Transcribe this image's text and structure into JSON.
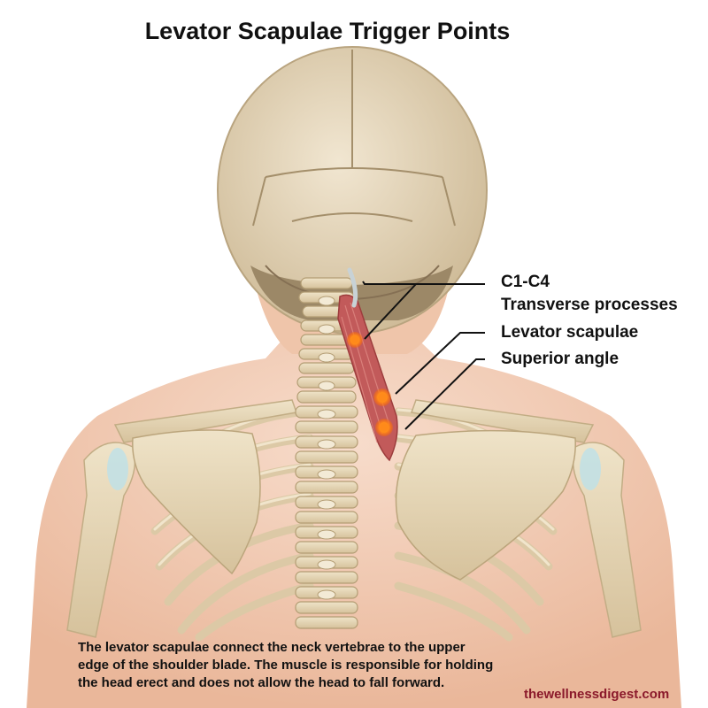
{
  "title": "Levator Scapulae Trigger Points",
  "labels": {
    "c1c4": "C1-C4",
    "transverse": "Transverse processes",
    "levator": "Levator scapulae",
    "superior": "Superior angle"
  },
  "caption": [
    "The levator scapulae connect the neck vertebrae to the upper",
    "edge of the shoulder blade. The muscle is responsible for holding",
    "the head erect and does not allow the head to fall forward."
  ],
  "credit": "thewellnessdigest.com",
  "colors": {
    "background": "#ffffff",
    "skin": "#f3cdb3",
    "bone": "#e6d6b6",
    "muscle": "#c25a5a",
    "trigger_point": "#ff8a1a",
    "credit": "#8b1a2b"
  },
  "icons": [
    "trigger-point-icon"
  ]
}
